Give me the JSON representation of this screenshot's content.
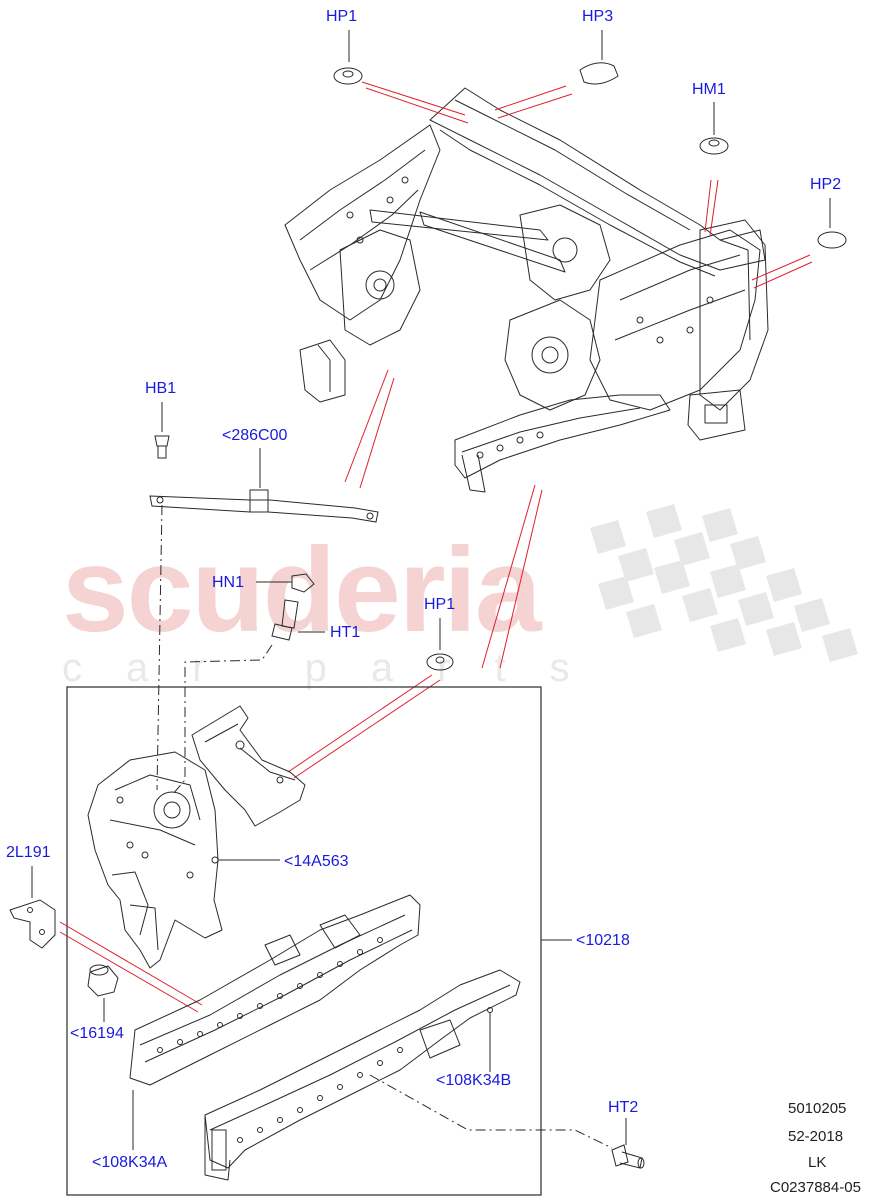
{
  "watermark": {
    "brand": "scuderia",
    "tagline": "car parts",
    "color_brand": "#f6d3d3",
    "color_tagline": "#e6e6e6",
    "color_checker": "#e3e3e3"
  },
  "colors": {
    "label_blue": "#1a1adf",
    "leader_red": "#e0202a",
    "line_black": "#2a2a2a"
  },
  "callouts": {
    "hp1_top": "HP1",
    "hp3": "HP3",
    "hm1": "HM1",
    "hp2": "HP2",
    "hb1": "HB1",
    "c286c00": "<286C00",
    "hn1": "HN1",
    "ht1": "HT1",
    "hp1_mid": "HP1",
    "c14a563": "<14A563",
    "l2l191": "2L191",
    "c10218": "<10218",
    "c16194": "<16194",
    "c108k34b": "<108K34B",
    "c108k34a": "<108K34A",
    "ht2": "HT2"
  },
  "reference": {
    "line1": "5010205",
    "line2": "52-2018",
    "line3": "LK",
    "line4": "C0237884-05"
  }
}
